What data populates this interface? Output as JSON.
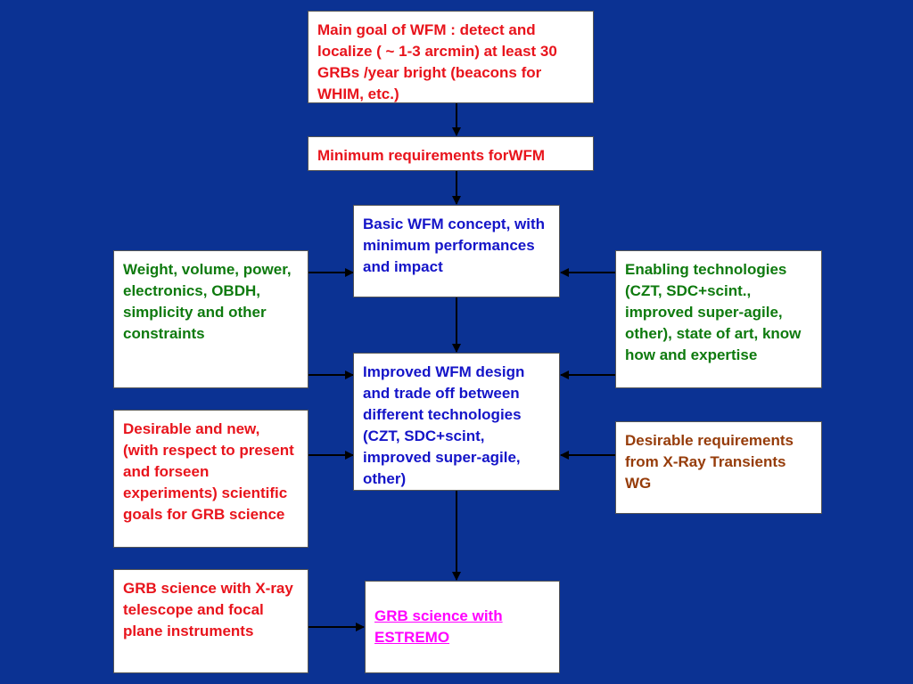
{
  "boxes": {
    "main_goal": "Main goal of WFM : detect and localize ( ~ 1-3 arcmin) at least 30 GRBs /year bright (beacons for WHIM, etc.)",
    "min_requirements": "Minimum requirements forWFM",
    "basic_concept": "Basic WFM concept, with minimum performances and impact",
    "constraints": "Weight, volume, power, electronics, OBDH,  simplicity and other constraints",
    "enabling_tech": "Enabling technologies (CZT, SDC+scint., improved super-agile, other), state of art, know how and expertise",
    "improved_design": "Improved WFM design and trade off between different technologies (CZT, SDC+scint, improved super-agile, other)",
    "desirable_goals": "Desirable and new, (with respect to present and forseen experiments) scientific goals for GRB science",
    "desirable_requirements": "Desirable requirements from X-Ray Transients WG",
    "xray_telescope": "GRB science with X-ray telescope and focal plane instruments",
    "estremo": "GRB science with ESTREMO"
  },
  "colors": {
    "background": "#0b3293",
    "red": "#e8141c",
    "blue": "#1414c8",
    "green": "#0e7a0e",
    "brown": "#963c0a",
    "magenta": "#ff00ff"
  }
}
